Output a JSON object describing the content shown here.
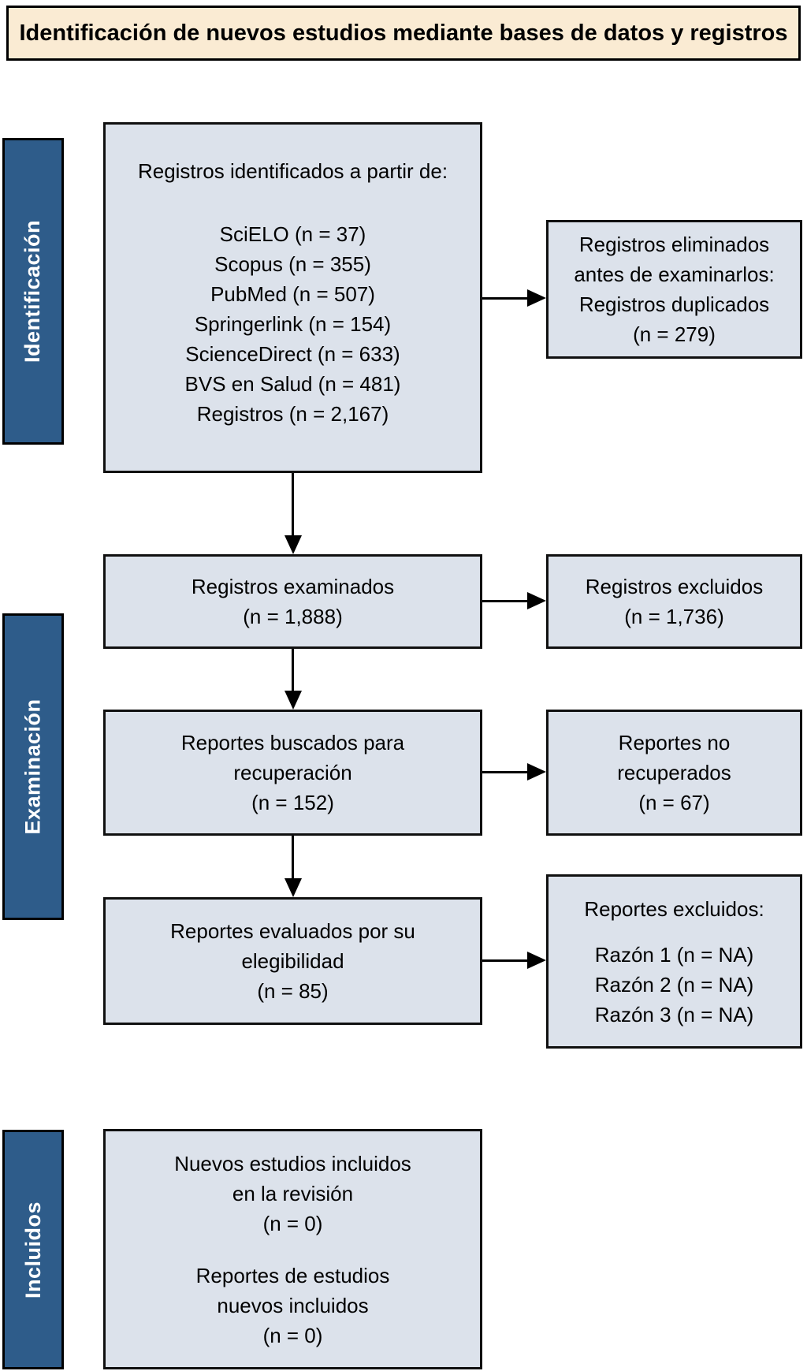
{
  "title": "Identificación de nuevos estudios mediante bases de datos y registros",
  "stages": [
    {
      "label": "Identificación"
    },
    {
      "label": "Examinación"
    },
    {
      "label": "Incluidos"
    }
  ],
  "colors": {
    "banner_bg": "#FAEBD3",
    "box_bg": "#DCE2EB",
    "stage_bg": "#2E5C8A",
    "stage_text": "#FFFFFF",
    "border": "#000000"
  },
  "flow": {
    "identified": {
      "heading": "Registros identificados a partir de:",
      "sources": [
        "SciELO (n = 37)",
        "Scopus (n = 355)",
        "PubMed (n = 507)",
        "Springerlink (n = 154)",
        "ScienceDirect (n = 633)",
        "BVS en Salud (n = 481)",
        "Registros (n = 2,167)"
      ]
    },
    "removed_before_screening": {
      "lines": [
        "Registros eliminados",
        "antes de examinarlos:",
        "Registros duplicados",
        "(n = 279)"
      ]
    },
    "screened": {
      "lines": [
        "Registros examinados",
        "(n = 1,888)"
      ]
    },
    "records_excluded": {
      "lines": [
        "Registros excluidos",
        "(n = 1,736)"
      ]
    },
    "sought_for_retrieval": {
      "lines": [
        "Reportes buscados para",
        "recuperación",
        "(n = 152)"
      ]
    },
    "not_retrieved": {
      "lines": [
        "Reportes no",
        "recuperados",
        "(n = 67)"
      ]
    },
    "assessed_for_eligibility": {
      "lines": [
        "Reportes evaluados por su",
        "elegibilidad",
        "(n = 85)"
      ]
    },
    "reports_excluded": {
      "heading": "Reportes excluidos:",
      "reasons": [
        "Razón 1 (n = NA)",
        "Razón 2 (n = NA)",
        "Razón 3 (n = NA)"
      ]
    },
    "included": {
      "para1": [
        "Nuevos estudios incluidos",
        "en la revisión",
        "(n = 0)"
      ],
      "para2": [
        "Reportes de estudios",
        "nuevos incluidos",
        "(n = 0)"
      ]
    }
  }
}
